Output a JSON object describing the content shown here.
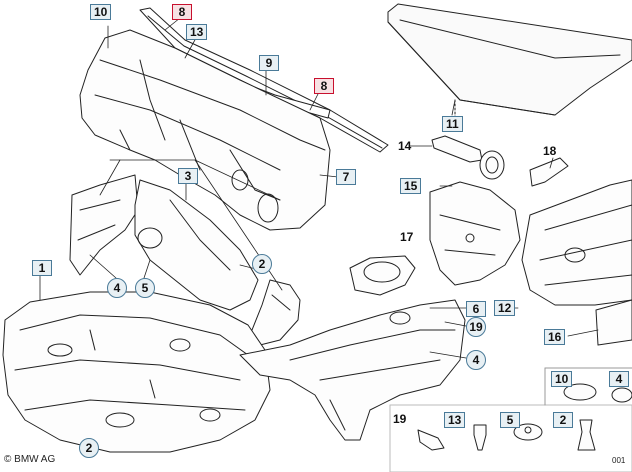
{
  "labels": {
    "l10_top": "10",
    "l8_top": "8",
    "l13": "13",
    "l9": "9",
    "l8_mid": "8",
    "l11": "11",
    "l14": "14",
    "l18": "18",
    "l7": "7",
    "l3": "3",
    "l15": "15",
    "l17": "17",
    "l1": "1",
    "l4_left": "4",
    "l5_left": "5",
    "l2_mid": "2",
    "l6": "6",
    "l12": "12",
    "l19_mid": "19",
    "l16": "16",
    "l4_right": "4",
    "l2_bottom": "2",
    "k10": "10",
    "k4": "4",
    "k19": "19",
    "k13": "13",
    "k5": "5",
    "k2": "2"
  },
  "footer": {
    "copyright": "© BMW AG",
    "ref": "001"
  }
}
